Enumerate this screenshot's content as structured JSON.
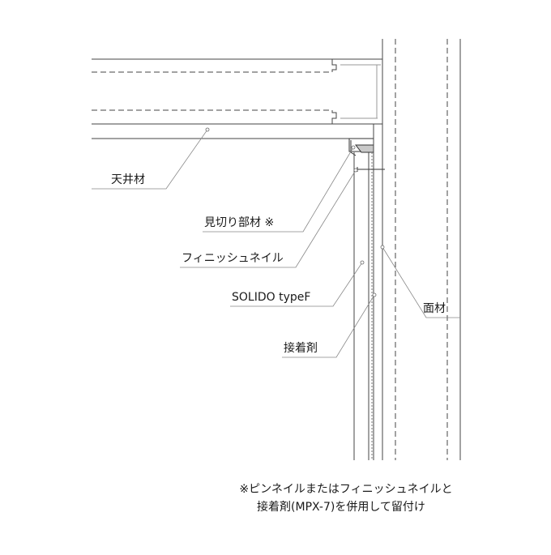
{
  "labels": {
    "ceiling": "天井材",
    "trim": "見切り部材 ※",
    "nail": "フィニッシュネイル",
    "solido": "SOLIDO typeF",
    "adhesive": "接着剤",
    "face": "面材"
  },
  "note": {
    "line1": "※ピンネイルまたはフィニッシュネイルと",
    "line2": "接着剤(MPX-7)を併用して留付け"
  }
}
